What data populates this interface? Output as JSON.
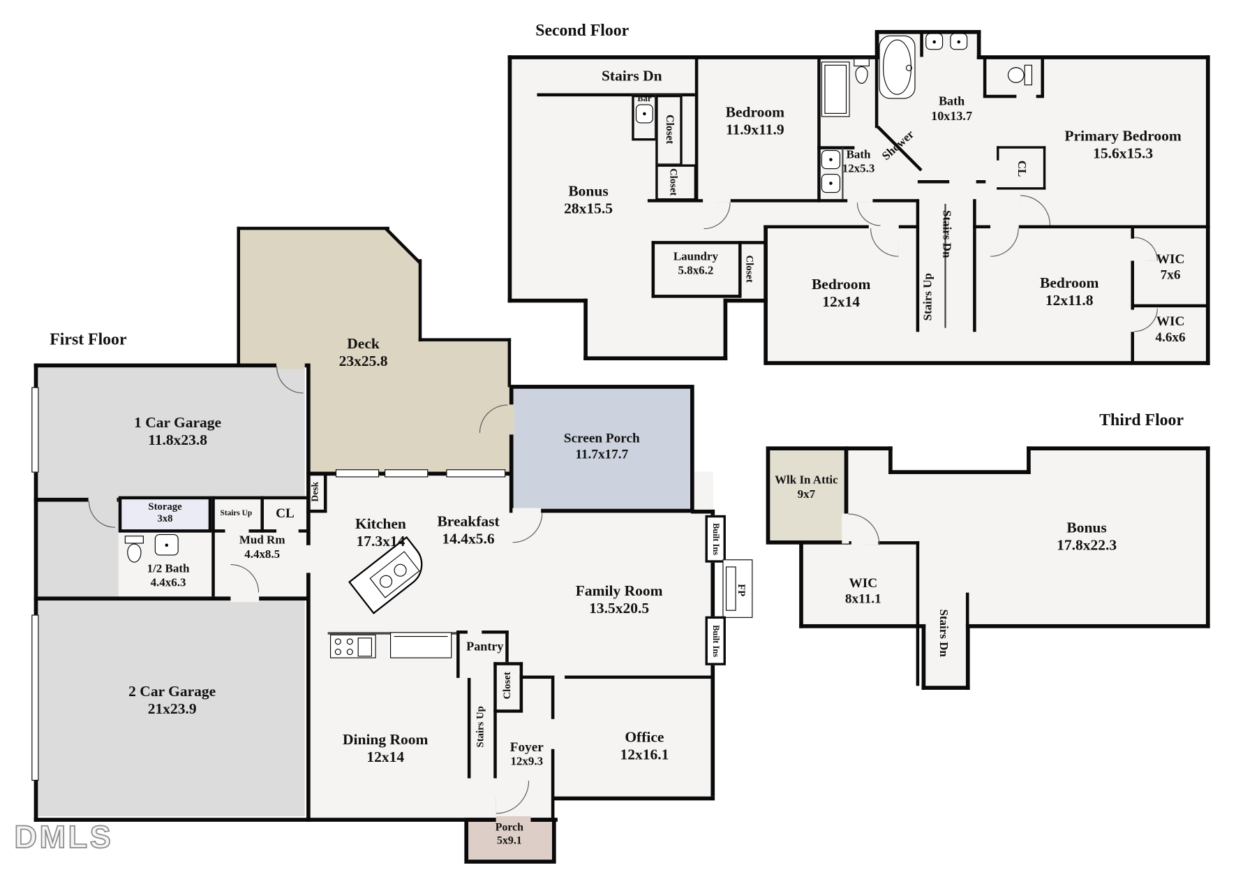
{
  "watermark": "DMLS",
  "colors": {
    "wall": "#0a0a0a",
    "floor": "#f5f4f2",
    "garage": "#dcdcdc",
    "deck": "#dcd5c1",
    "screen_porch": "#ccd3df",
    "porch": "#ddcfc7",
    "storage": "#ebebf5",
    "attic": "#e2dfd0",
    "text": "#111111"
  },
  "floors": {
    "second": {
      "title": "Second Floor",
      "rooms": {
        "stairs_dn": {
          "name": "Stairs Dn"
        },
        "bar": {
          "name": "Bar"
        },
        "closet_a": {
          "name": "Closet"
        },
        "closet_b": {
          "name": "Closet"
        },
        "bedroom1": {
          "name": "Bedroom",
          "dims": "11.9x11.9"
        },
        "bonus": {
          "name": "Bonus",
          "dims": "28x15.5"
        },
        "shower": {
          "name": "Shower"
        },
        "bath_main": {
          "name": "Bath",
          "dims": "10x13.7"
        },
        "bath_jack": {
          "name": "Bath",
          "dims": "12x5.3"
        },
        "cl": {
          "name": "CL"
        },
        "primary": {
          "name": "Primary Bedroom",
          "dims": "15.6x15.3"
        },
        "laundry": {
          "name": "Laundry",
          "dims": "5.8x6.2"
        },
        "closet_c": {
          "name": "Closet"
        },
        "stairs_dn2": {
          "name": "Stairs Dn"
        },
        "stairs_up": {
          "name": "Stairs Up"
        },
        "bedroom2": {
          "name": "Bedroom",
          "dims": "12x14"
        },
        "bedroom3": {
          "name": "Bedroom",
          "dims": "12x11.8"
        },
        "wic1": {
          "name": "WIC",
          "dims": "7x6"
        },
        "wic2": {
          "name": "WIC",
          "dims": "4.6x6"
        }
      }
    },
    "first": {
      "title": "First Floor",
      "rooms": {
        "garage1": {
          "name": "1 Car Garage",
          "dims": "11.8x23.8"
        },
        "deck": {
          "name": "Deck",
          "dims": "23x25.8"
        },
        "screen_porch": {
          "name": "Screen Porch",
          "dims": "11.7x17.7"
        },
        "storage": {
          "name": "Storage",
          "dims": "3x8"
        },
        "stairs_up_small": {
          "name": "Stairs Up"
        },
        "cl": {
          "name": "CL"
        },
        "mud": {
          "name": "Mud Rm",
          "dims": "4.4x8.5"
        },
        "half_bath": {
          "name": "1/2 Bath",
          "dims": "4.4x6.3"
        },
        "desk": {
          "name": "Desk"
        },
        "kitchen": {
          "name": "Kitchen",
          "dims": "17.3x14"
        },
        "breakfast": {
          "name": "Breakfast",
          "dims": "14.4x5.6"
        },
        "family": {
          "name": "Family Room",
          "dims": "13.5x20.5"
        },
        "built_ins_top": {
          "name": "Built Ins"
        },
        "fp": {
          "name": "FP"
        },
        "built_ins_bottom": {
          "name": "Built Ins"
        },
        "garage2": {
          "name": "2 Car Garage",
          "dims": "21x23.9"
        },
        "pantry": {
          "name": "Pantry"
        },
        "closet": {
          "name": "Closet"
        },
        "stairs_up": {
          "name": "Stairs Up"
        },
        "dining": {
          "name": "Dining Room",
          "dims": "12x14"
        },
        "foyer": {
          "name": "Foyer",
          "dims": "12x9.3"
        },
        "office": {
          "name": "Office",
          "dims": "12x16.1"
        },
        "porch": {
          "name": "Porch",
          "dims": "5x9.1"
        }
      }
    },
    "third": {
      "title": "Third Floor",
      "rooms": {
        "attic": {
          "name": "Wlk In Attic",
          "dims": "9x7"
        },
        "wic": {
          "name": "WIC",
          "dims": "8x11.1"
        },
        "stairs_dn": {
          "name": "Stairs Dn"
        },
        "bonus": {
          "name": "Bonus",
          "dims": "17.8x22.3"
        }
      }
    }
  }
}
